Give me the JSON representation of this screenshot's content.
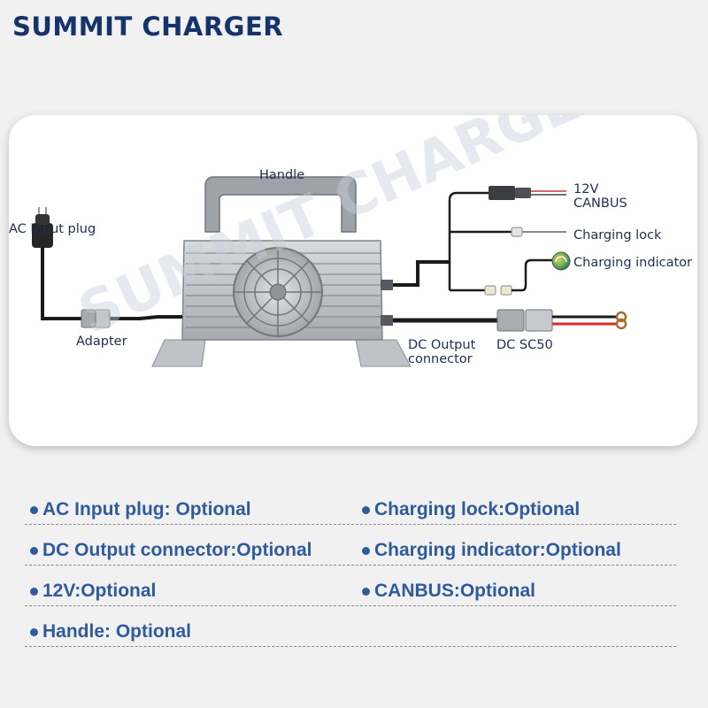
{
  "brand": {
    "name": "SUMMIT CHARGER"
  },
  "diagram": {
    "watermark": "SUMMIT CHARGER",
    "labels": {
      "handle": "Handle",
      "ac_input_plug": "AC Input  plug",
      "adapter": "Adapter",
      "dc_output_line1": "DC Output",
      "dc_output_line2": "connector",
      "dc_sc50": "DC  SC50",
      "v12": "12V",
      "canbus": "CANBUS",
      "charging_lock": "Charging lock",
      "charging_indicator": "Charging indicator"
    }
  },
  "features": [
    {
      "label": "AC Input plug: Optional"
    },
    {
      "label": "Charging lock:Optional"
    },
    {
      "label": "DC Output connector:Optional"
    },
    {
      "label": "Charging indicator:Optional"
    },
    {
      "label": "12V:Optional"
    },
    {
      "label": "CANBUS:Optional"
    },
    {
      "label": "Handle: Optional"
    }
  ],
  "colors": {
    "brand": "#16336b",
    "feature_text": "#2f5b9c",
    "callout_text": "#1e2f4d"
  }
}
